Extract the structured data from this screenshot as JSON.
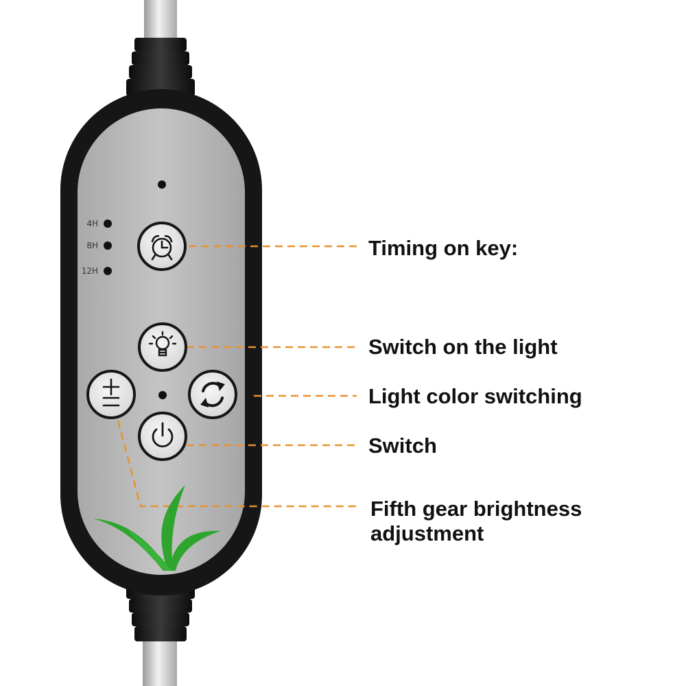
{
  "colors": {
    "leader_line": "#e8912f",
    "body_shell": "#161616",
    "faceplate": "#b9b9b9",
    "plant": "#2fa52f"
  },
  "timer_indicators": [
    {
      "label": "4H"
    },
    {
      "label": "8H"
    },
    {
      "label": "12H"
    }
  ],
  "buttons": [
    {
      "icon": "alarm-clock-icon"
    },
    {
      "icon": "light-bulb-icon"
    },
    {
      "icon": "plus-minus-icon"
    },
    {
      "icon": "refresh-cycle-icon"
    },
    {
      "icon": "power-icon"
    }
  ],
  "callouts": {
    "timing": "Timing on key:",
    "light_on": "Switch on the light",
    "color_switch": "Light color switching",
    "power": "Switch",
    "brightness_line1": "Fifth gear brightness",
    "brightness_line2": "adjustment"
  }
}
